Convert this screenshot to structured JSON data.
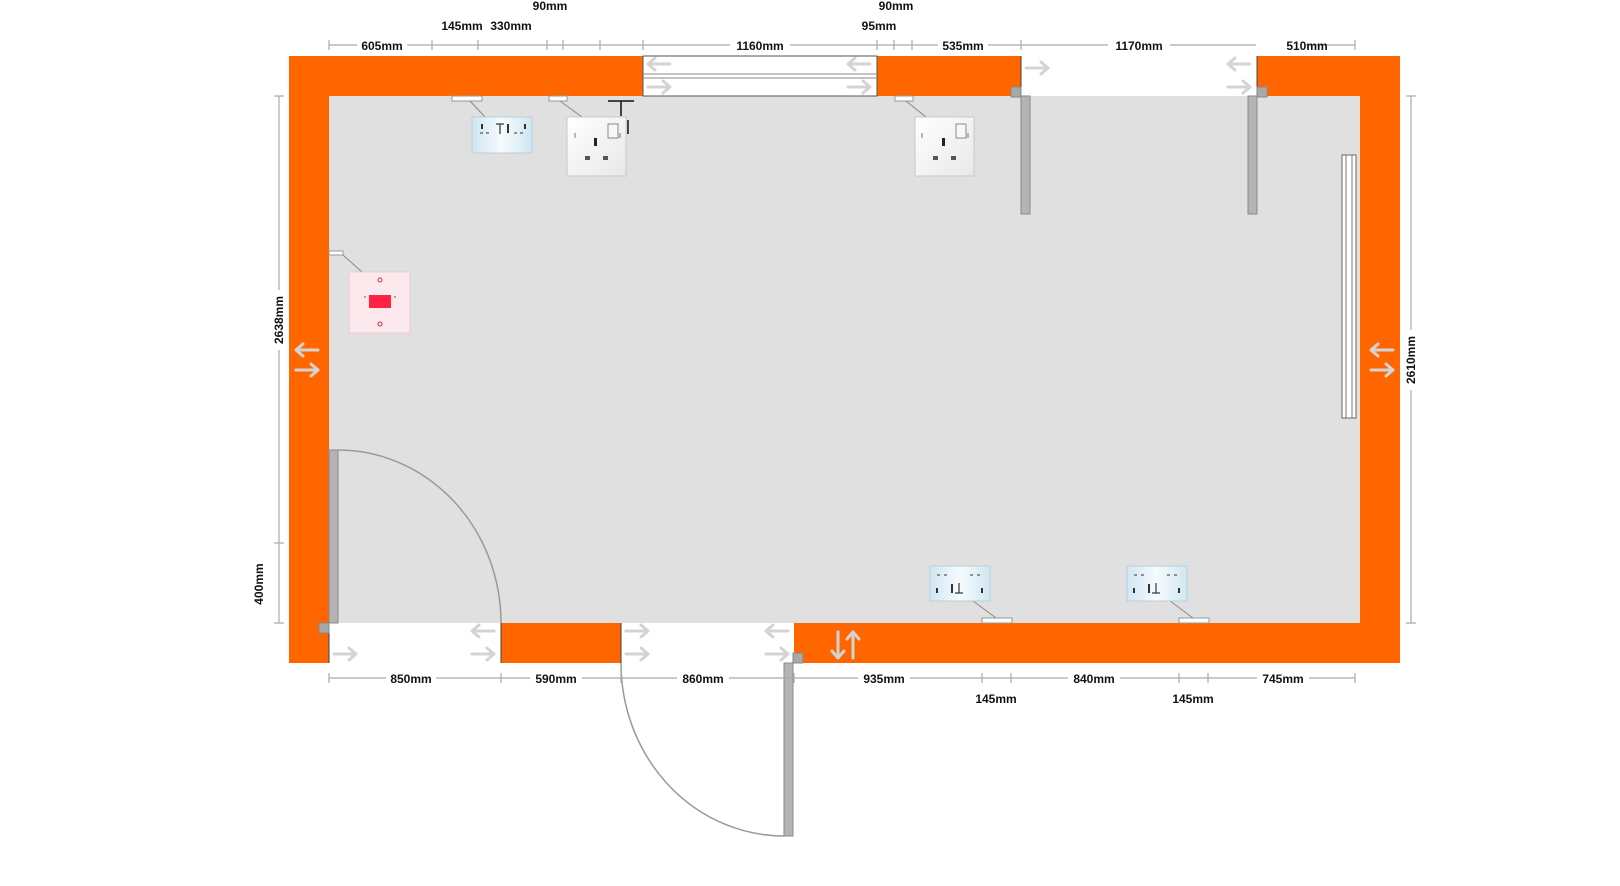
{
  "colors": {
    "wall": "#FF6600",
    "floor": "#E0E0E0",
    "opening": "#FFFFFF",
    "door_leaf": "#B4B4B4",
    "dimension_line": "#AAAAAA",
    "switch_red": "#FF2244"
  },
  "dimensions": {
    "top_row1": [
      "90mm",
      "90mm"
    ],
    "top_row2": [
      "605mm",
      "145mm",
      "330mm",
      "1160mm",
      "95mm",
      "535mm",
      "1170mm",
      "510mm"
    ],
    "left": [
      "2638mm",
      "400mm"
    ],
    "right": [
      "2610mm"
    ],
    "bottom_row1": [
      "850mm",
      "590mm",
      "860mm",
      "935mm",
      "840mm",
      "745mm"
    ],
    "bottom_row2": [
      "145mm",
      "145mm"
    ]
  },
  "fixtures": {
    "socket_icon": "double-socket-icon",
    "single_socket_icon": "single-socket-icon",
    "isolator_icon": "isolator-switch-icon",
    "radiator_icon": "radiator-icon"
  }
}
